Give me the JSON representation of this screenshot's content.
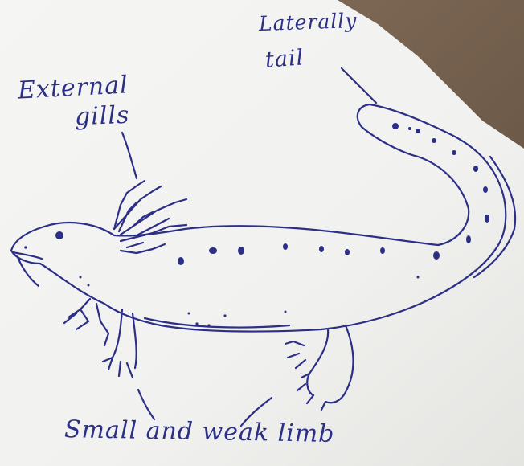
{
  "labels": {
    "external_gills_line1": "External",
    "external_gills_line2": "gills",
    "tail_line1": "Laterally",
    "tail_line2": "tail",
    "limbs": "Small and weak limb"
  },
  "colors": {
    "ink": "#2c2f86",
    "paper": "#f4f4f2",
    "background": "#7a6552"
  }
}
